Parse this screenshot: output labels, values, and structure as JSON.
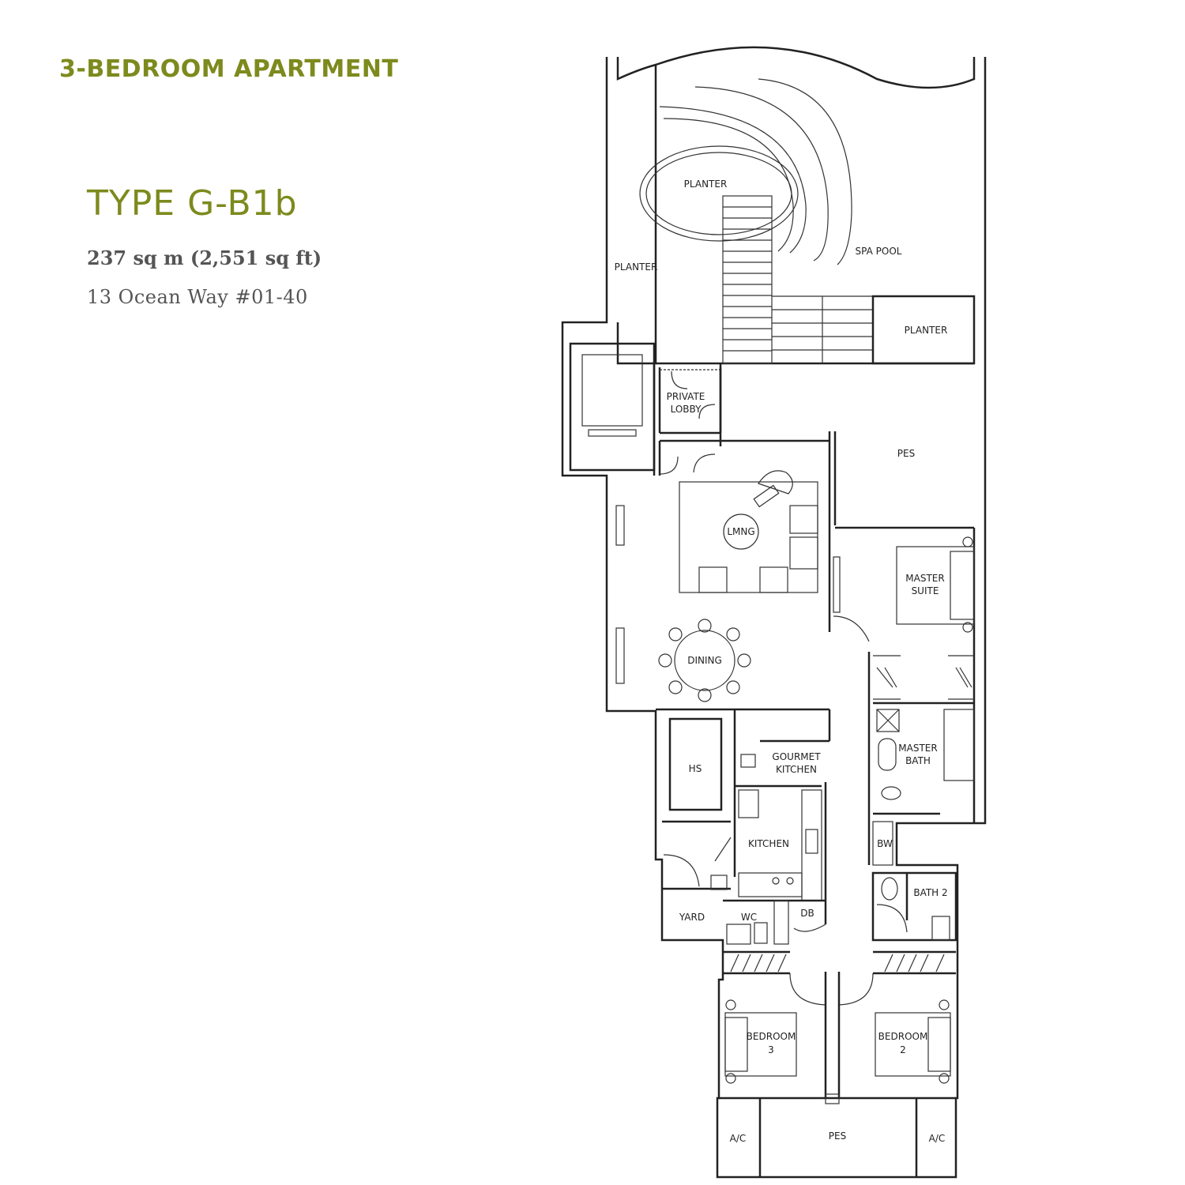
{
  "header": {
    "unit_category": "3-BEDROOM APARTMENT",
    "unit_type": "TYPE G-B1b",
    "area": "237 sq m (2,551 sq ft)",
    "address": "13 Ocean Way  #01-40"
  },
  "rooms": {
    "planter_left": "PLANTER",
    "planter_top": "PLANTER",
    "spa_pool": "SPA POOL",
    "planter_right": "PLANTER",
    "private_lobby_1": "PRIVATE",
    "private_lobby_2": "LOBBY",
    "pes_top": "PES",
    "living": "LMNG",
    "master_suite_1": "MASTER",
    "master_suite_2": "SUITE",
    "dining": "DINING",
    "master_bath_1": "MASTER",
    "master_bath_2": "BATH",
    "hs": "HS",
    "gourmet_kitchen_1": "GOURMET",
    "gourmet_kitchen_2": "KITCHEN",
    "kitchen": "KITCHEN",
    "bw": "BW",
    "bath2": "BATH  2",
    "yard": "YARD",
    "wc": "WC",
    "db": "DB",
    "bedroom3_1": "BEDROOM",
    "bedroom3_2": "3",
    "bedroom2_1": "BEDROOM",
    "bedroom2_2": "2",
    "ac_left": "A/C",
    "pes_bottom": "PES",
    "ac_right": "A/C"
  },
  "colors": {
    "accent": "#7d8a1d",
    "text_grey": "#555555",
    "wall": "#222222"
  }
}
